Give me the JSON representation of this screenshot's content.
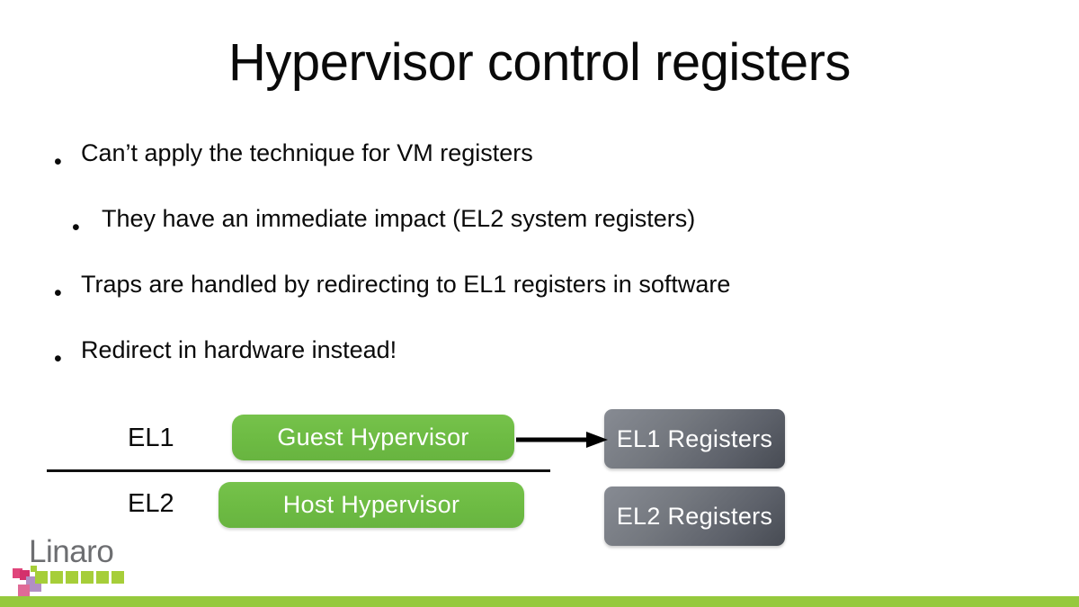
{
  "slide": {
    "title": "Hypervisor control registers",
    "background_color": "#ffffff"
  },
  "bullets": [
    {
      "level": 1,
      "text": "Can’t apply the technique for VM registers"
    },
    {
      "level": 2,
      "text": "They have an immediate impact (EL2 system registers)"
    },
    {
      "level": 1,
      "text": "Traps are handled by redirecting to EL1 registers in software"
    },
    {
      "level": 1,
      "text": "Redirect in hardware instead!"
    }
  ],
  "diagram": {
    "el1_label": "EL1",
    "el2_label": "EL2",
    "guest_box": "Guest Hypervisor",
    "host_box": "Host Hypervisor",
    "el1_registers_box": "EL1 Registers",
    "el2_registers_box": "EL2 Registers",
    "colors": {
      "green_box": "#6dbb43",
      "gray_box_light": "#878b93",
      "gray_box_dark": "#474b53",
      "divider": "#111111",
      "arrow": "#000000",
      "box_text": "#ffffff"
    }
  },
  "logo": {
    "wordmark": "Linaro",
    "wordmark_color": "#6d6e71",
    "colors": {
      "green": "#a6ce39",
      "pink": "#e0457b",
      "magenta": "#d4306c",
      "purple": "#9d72b5",
      "light_purple": "#b28fc4"
    }
  },
  "footer": {
    "bar_color": "#95c93d"
  }
}
